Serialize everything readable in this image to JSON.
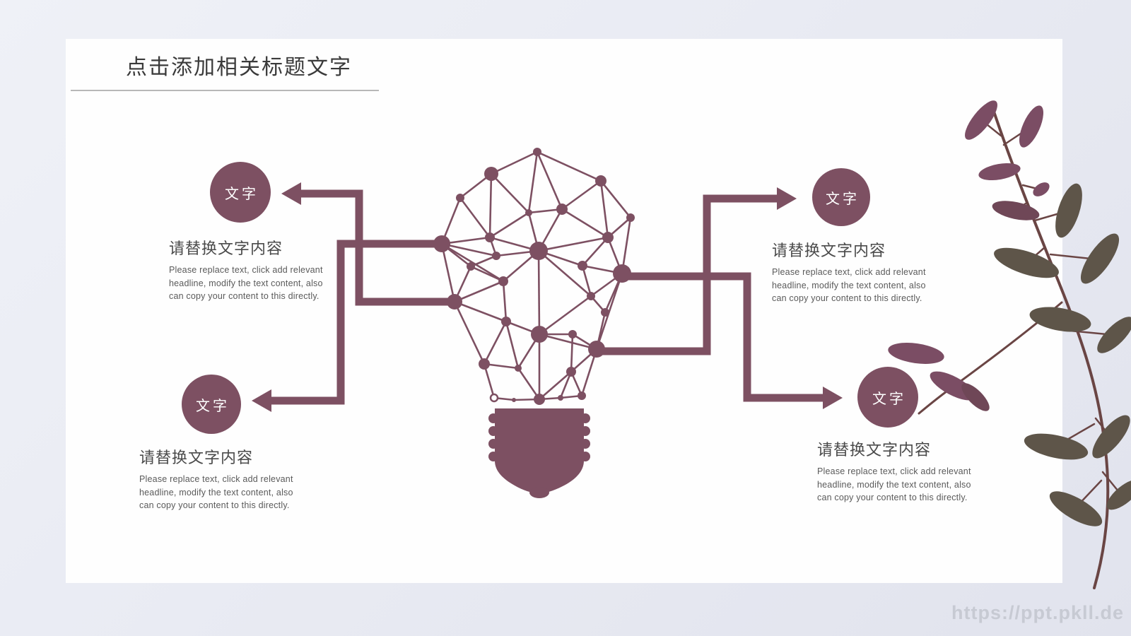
{
  "slide": {
    "title": "点击添加相关标题文字",
    "watermark": "https://ppt.pkll.de"
  },
  "colors": {
    "accent": "#7d5062",
    "accent_dark": "#73465a",
    "background": "#e9ebf3",
    "card": "#fefefe",
    "title_text": "#3a3a3a",
    "heading_text": "#4a4a4a",
    "body_text": "#5a5a5a",
    "divider": "#a0a0a0",
    "watermark_text": "#c7cad3",
    "leaf_purple": "#7b4d64",
    "leaf_plum": "#6f4757",
    "leaf_olive": "#5e5549",
    "stem_brown": "#6a4544"
  },
  "callouts": {
    "top_left": {
      "badge": "文字",
      "heading": "请替换文字内容",
      "body_lines": [
        "Please replace text, click add relevant",
        "headline, modify the text content, also",
        "can copy your content to this directly."
      ]
    },
    "bottom_left": {
      "badge": "文字",
      "heading": "请替换文字内容",
      "body_lines": [
        "Please replace text, click add relevant",
        "headline, modify the text content, also",
        "can copy your content to this directly."
      ]
    },
    "top_right": {
      "badge": "文字",
      "heading": "请替换文字内容",
      "body_lines": [
        "Please replace text, click add relevant",
        "headline, modify the text content, also",
        "can copy your content to this directly."
      ]
    },
    "bottom_right": {
      "badge": "文字",
      "heading": "请替换文字内容",
      "body_lines": [
        "Please replace text, click add relevant",
        "headline, modify the text content, also",
        "can copy your content to this directly."
      ]
    }
  },
  "graphic": {
    "ring_index": 30,
    "nodes": [
      [
        760,
        215,
        6
      ],
      [
        695,
        246,
        10
      ],
      [
        850,
        256,
        8
      ],
      [
        651,
        280,
        6
      ],
      [
        795,
        296,
        8
      ],
      [
        748,
        301,
        5
      ],
      [
        892,
        308,
        6
      ],
      [
        693,
        336,
        7
      ],
      [
        625,
        345,
        12
      ],
      [
        860,
        336,
        8
      ],
      [
        762,
        355,
        13
      ],
      [
        702,
        362,
        6
      ],
      [
        666,
        377,
        6
      ],
      [
        824,
        376,
        7
      ],
      [
        880,
        387,
        13
      ],
      [
        712,
        398,
        7
      ],
      [
        643,
        427,
        11
      ],
      [
        836,
        419,
        6
      ],
      [
        716,
        455,
        7
      ],
      [
        763,
        473,
        12
      ],
      [
        810,
        473,
        6
      ],
      [
        856,
        442,
        6
      ],
      [
        844,
        494,
        12
      ],
      [
        685,
        515,
        8
      ],
      [
        733,
        521,
        5
      ],
      [
        808,
        526,
        7
      ],
      [
        763,
        565,
        8
      ],
      [
        793,
        563,
        4
      ],
      [
        823,
        560,
        6
      ],
      [
        727,
        566,
        3
      ],
      [
        699,
        563,
        5
      ]
    ],
    "edges": [
      [
        0,
        1
      ],
      [
        0,
        2
      ],
      [
        0,
        4
      ],
      [
        0,
        5
      ],
      [
        1,
        3
      ],
      [
        1,
        5
      ],
      [
        1,
        7
      ],
      [
        2,
        4
      ],
      [
        2,
        6
      ],
      [
        2,
        9
      ],
      [
        3,
        7
      ],
      [
        3,
        8
      ],
      [
        4,
        5
      ],
      [
        4,
        9
      ],
      [
        4,
        10
      ],
      [
        5,
        7
      ],
      [
        5,
        10
      ],
      [
        6,
        9
      ],
      [
        6,
        14
      ],
      [
        7,
        8
      ],
      [
        7,
        10
      ],
      [
        7,
        11
      ],
      [
        8,
        11
      ],
      [
        8,
        12
      ],
      [
        8,
        15
      ],
      [
        8,
        16
      ],
      [
        9,
        10
      ],
      [
        9,
        13
      ],
      [
        9,
        14
      ],
      [
        10,
        11
      ],
      [
        10,
        13
      ],
      [
        10,
        15
      ],
      [
        10,
        17
      ],
      [
        10,
        19
      ],
      [
        11,
        12
      ],
      [
        12,
        15
      ],
      [
        12,
        16
      ],
      [
        13,
        14
      ],
      [
        13,
        17
      ],
      [
        14,
        17
      ],
      [
        14,
        21
      ],
      [
        14,
        22
      ],
      [
        15,
        16
      ],
      [
        15,
        18
      ],
      [
        16,
        18
      ],
      [
        16,
        23
      ],
      [
        17,
        19
      ],
      [
        17,
        21
      ],
      [
        18,
        19
      ],
      [
        18,
        23
      ],
      [
        18,
        24
      ],
      [
        19,
        20
      ],
      [
        19,
        22
      ],
      [
        19,
        24
      ],
      [
        19,
        26
      ],
      [
        20,
        22
      ],
      [
        20,
        25
      ],
      [
        21,
        22
      ],
      [
        22,
        25
      ],
      [
        22,
        28
      ],
      [
        23,
        24
      ],
      [
        23,
        30
      ],
      [
        24,
        26
      ],
      [
        25,
        26
      ],
      [
        25,
        27
      ],
      [
        25,
        28
      ],
      [
        26,
        27
      ],
      [
        26,
        29
      ],
      [
        27,
        28
      ],
      [
        29,
        30
      ]
    ]
  }
}
